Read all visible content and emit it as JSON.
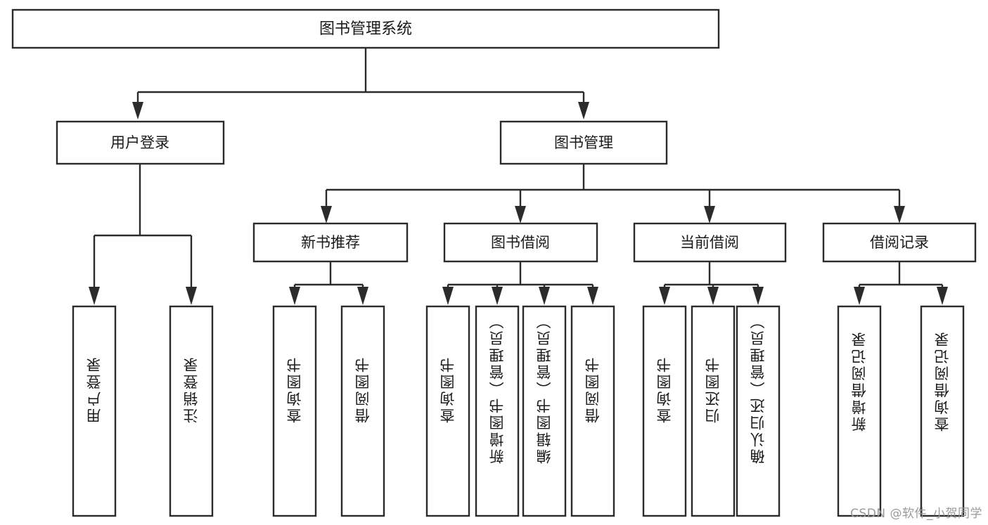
{
  "diagram": {
    "title_node": {
      "label": "图书管理系统"
    },
    "level1": [
      {
        "id": "user-login",
        "label": "用户登录"
      },
      {
        "id": "book-management",
        "label": "图书管理"
      }
    ],
    "level2": [
      {
        "id": "new-book-recommend",
        "label": "新书推荐",
        "parent": "book-management"
      },
      {
        "id": "book-borrow",
        "label": "图书借阅",
        "parent": "book-management"
      },
      {
        "id": "current-borrow",
        "label": "当前借阅",
        "parent": "book-management"
      },
      {
        "id": "borrow-record",
        "label": "借阅记录",
        "parent": "book-management"
      }
    ],
    "leaves": [
      {
        "id": "leaf-user-login",
        "label": "用户登录",
        "parent": "user-login"
      },
      {
        "id": "leaf-user-logout",
        "label": "注销登录",
        "parent": "user-login"
      },
      {
        "id": "leaf-query-book-1",
        "label": "查询图书",
        "parent": "new-book-recommend"
      },
      {
        "id": "leaf-borrow-book-1",
        "label": "借阅图书",
        "parent": "new-book-recommend"
      },
      {
        "id": "leaf-query-book-2",
        "label": "查询图书",
        "parent": "book-borrow"
      },
      {
        "id": "leaf-add-book",
        "label": "新增图书（管理员）",
        "parent": "book-borrow"
      },
      {
        "id": "leaf-edit-book",
        "label": "编辑图书（管理员）",
        "parent": "book-borrow"
      },
      {
        "id": "leaf-borrow-book-2",
        "label": "借阅图书",
        "parent": "book-borrow"
      },
      {
        "id": "leaf-query-book-3",
        "label": "查询图书",
        "parent": "current-borrow"
      },
      {
        "id": "leaf-return-book",
        "label": "归还图书",
        "parent": "current-borrow"
      },
      {
        "id": "leaf-confirm-return",
        "label": "确认归还（管理员）",
        "parent": "current-borrow"
      },
      {
        "id": "leaf-add-record",
        "label": "新增借阅记录",
        "parent": "borrow-record"
      },
      {
        "id": "leaf-query-record",
        "label": "查询借阅记录",
        "parent": "borrow-record"
      }
    ],
    "watermark": "CSDN @软件_小贺同学",
    "colors": {
      "stroke": "#2b2b2b",
      "box_fill": "#ffffff",
      "text": "#1a1a1a",
      "watermark": "#9a9a9a",
      "background": "#ffffff"
    }
  }
}
